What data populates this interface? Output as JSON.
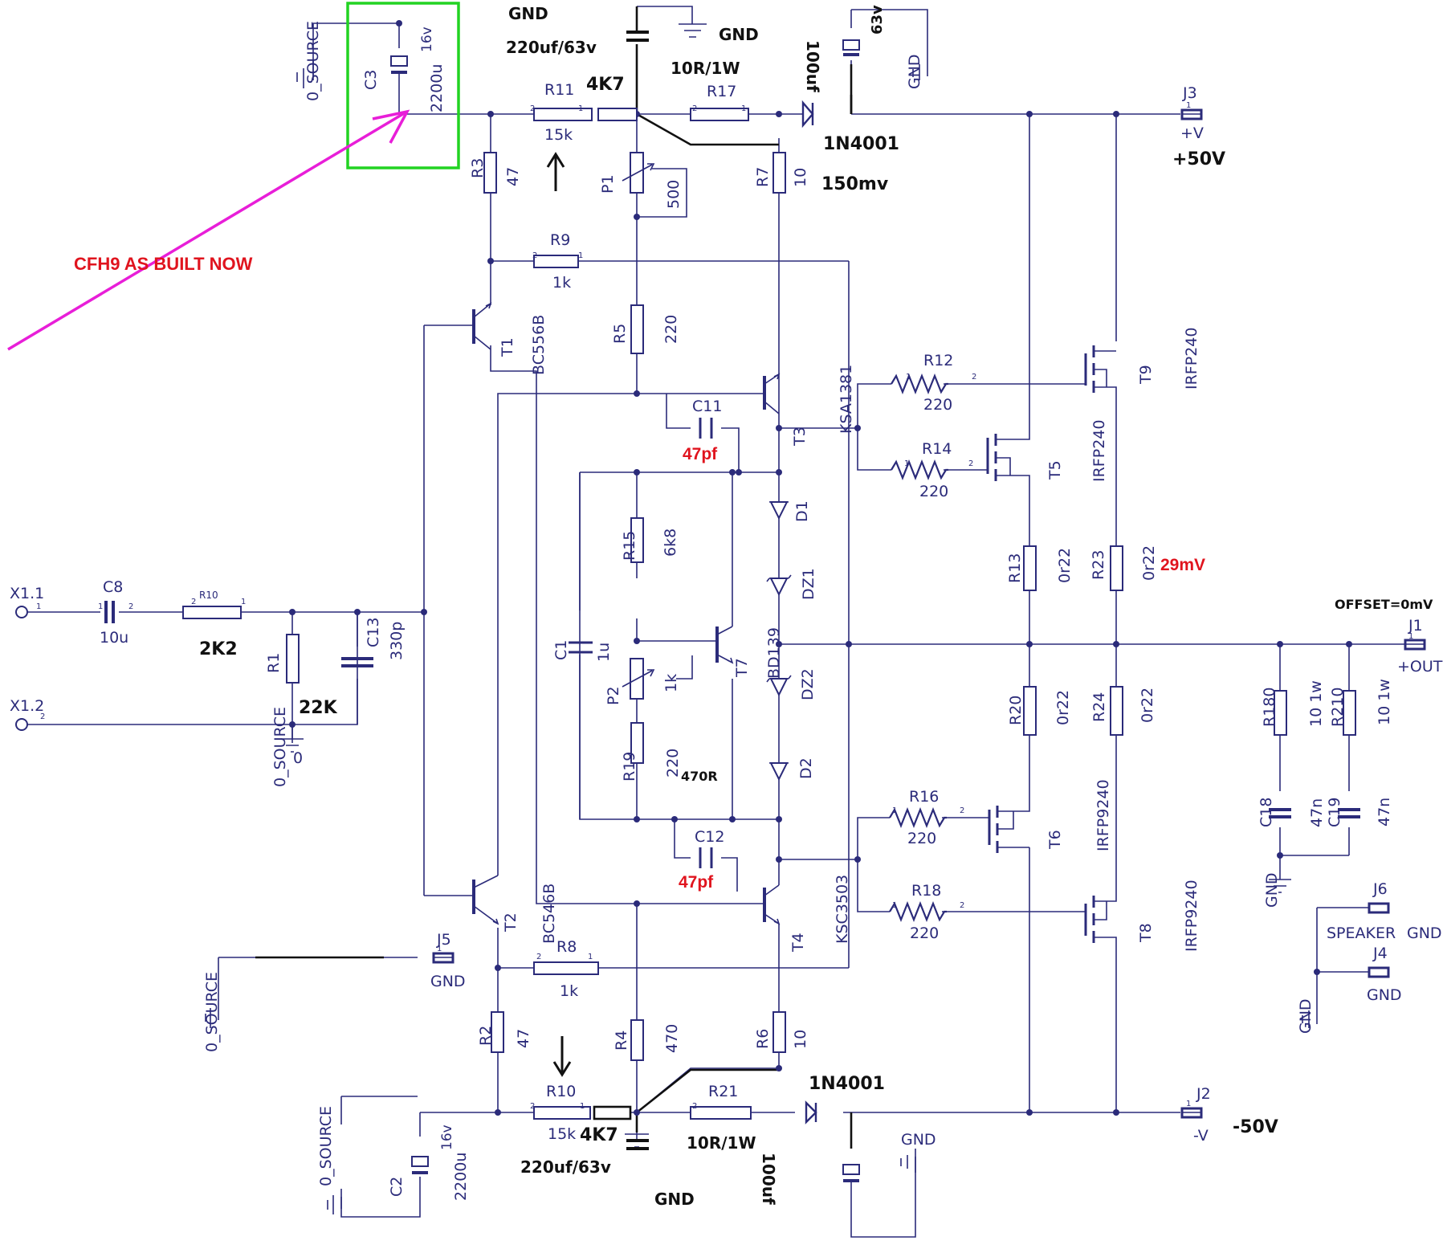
{
  "colors": {
    "wire": "#2b2b7a",
    "note_red": "#e0141e",
    "highlight_box": "#22d322",
    "arrow_magenta": "#e81ed8",
    "ink": "#111111"
  },
  "annotation": {
    "built_now": "CFH9 AS BUILT NOW"
  },
  "connectors": {
    "x11": "X1.1",
    "x12": "X1.2",
    "j1": "J1",
    "j1_net": "+OUT",
    "j2": "J2",
    "j2_net": "-V",
    "j3": "J3",
    "j3_net": "+V",
    "j4": "J4",
    "j4_net": "GND",
    "j5": "J5",
    "j5_net": "GND",
    "j6": "J6",
    "speaker": "SPEAKER",
    "speaker_gnd": "GND"
  },
  "nets": {
    "source0": "0_SOURCE",
    "gnd": "GND",
    "zero": "0"
  },
  "parts": {
    "c8": "C8",
    "c8v": "10u",
    "r_in": "R10",
    "r_in_hand": "2K2",
    "r1": "R1",
    "r1_hand": "22K",
    "c13": "C13",
    "c13v": "330p",
    "c3": "C3",
    "c3v": "2200u",
    "c3_volt": "16v",
    "c2": "C2",
    "c2v": "2200u",
    "c2_volt": "16v",
    "r11": "R11",
    "r11v": "15k",
    "r10": "R10",
    "r10v": "15k",
    "r3": "R3",
    "r3v": "47",
    "r2": "R2",
    "r2v": "47",
    "r9": "R9",
    "r9v": "1k",
    "r8": "R8",
    "r8v": "1k",
    "t1": "T1",
    "t1v": "BC556B",
    "t2": "T2",
    "t2v": "BC546B",
    "p1": "P1",
    "p1v": "500",
    "p2": "P2",
    "p2v": "1k",
    "r5": "R5",
    "r5v": "220",
    "r4": "R4",
    "r4v": "470",
    "r17": "R17",
    "r21": "R21",
    "r7": "R7",
    "r7v": "10",
    "r6": "R6",
    "r6v": "10",
    "t3": "T3",
    "t3v": "KSA1381",
    "t4": "T4",
    "t4v": "KSC3503",
    "c11": "C11",
    "c12": "C12",
    "c1": "C1",
    "c1v": "1u",
    "r15": "R15",
    "r15v": "6k8",
    "r19": "R19",
    "r19v": "220",
    "t7": "T7",
    "t7v": "BD139",
    "d1": "D1",
    "dz1": "DZ1",
    "dz2": "DZ2",
    "d2": "D2",
    "r12": "R12",
    "r12v": "220",
    "r14": "R14",
    "r14v": "220",
    "r16": "R16",
    "r16v": "220",
    "r18": "R18",
    "r18v": "220",
    "t9": "T9",
    "t9v": "IRFP240",
    "t5": "T5",
    "t5v": "IRFP240",
    "t6": "T6",
    "t6v": "IRFP9240",
    "t8": "T8",
    "t8v": "IRFP9240",
    "r13": "R13",
    "r13v": "0r22",
    "r23": "R23",
    "r23v": "0r22",
    "r20": "R20",
    "r20v": "0r22",
    "r24": "R24",
    "r24v": "0r22",
    "r18o": "R180",
    "r18ov": "10 1w",
    "r21o": "R210",
    "r21ov": "10 1w",
    "c18": "C18",
    "c18v": "47n",
    "c19": "C19",
    "c19v": "47n",
    "c6v": "100uf",
    "c5v": "100uf",
    "c_top_volt": "63v"
  },
  "notes": {
    "gnd_top": "GND",
    "cap_top": "220uf/63v",
    "r_4k7_top": "4K7",
    "gnd_top_right": "GND",
    "r10r_top": "10R/1W",
    "diode_top": "1N4001",
    "mv150": "150mv",
    "plus50": "+50V",
    "mv29": "29mV",
    "offset": "OFFSET=0mV",
    "pf47_top": "47pf",
    "pf47_bot": "47pf",
    "r470": "470R",
    "r_4k7_bot": "4K7",
    "cap_bot": "220uf/63v",
    "gnd_bot": "GND",
    "r10r_bot": "10R/1W",
    "diode_bot": "1N4001",
    "minus50": "-50V",
    "c100_top": "100uf",
    "c100_bot": "100uf",
    "v63": "63v"
  }
}
